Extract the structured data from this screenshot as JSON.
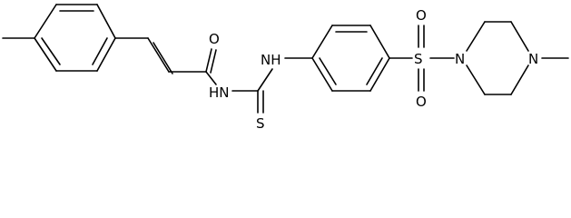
{
  "molecule": {
    "atom_labels": {
      "carbonyl_oxygen": "O",
      "amide_nh": "HN",
      "thiourea_nh": "NH",
      "thione_sulfur": "S",
      "sulfonyl_sulfur": "S",
      "sulfonyl_oxygen_top": "O",
      "sulfonyl_oxygen_bottom": "O",
      "piperazine_n1": "N",
      "piperazine_n4": "N"
    }
  }
}
